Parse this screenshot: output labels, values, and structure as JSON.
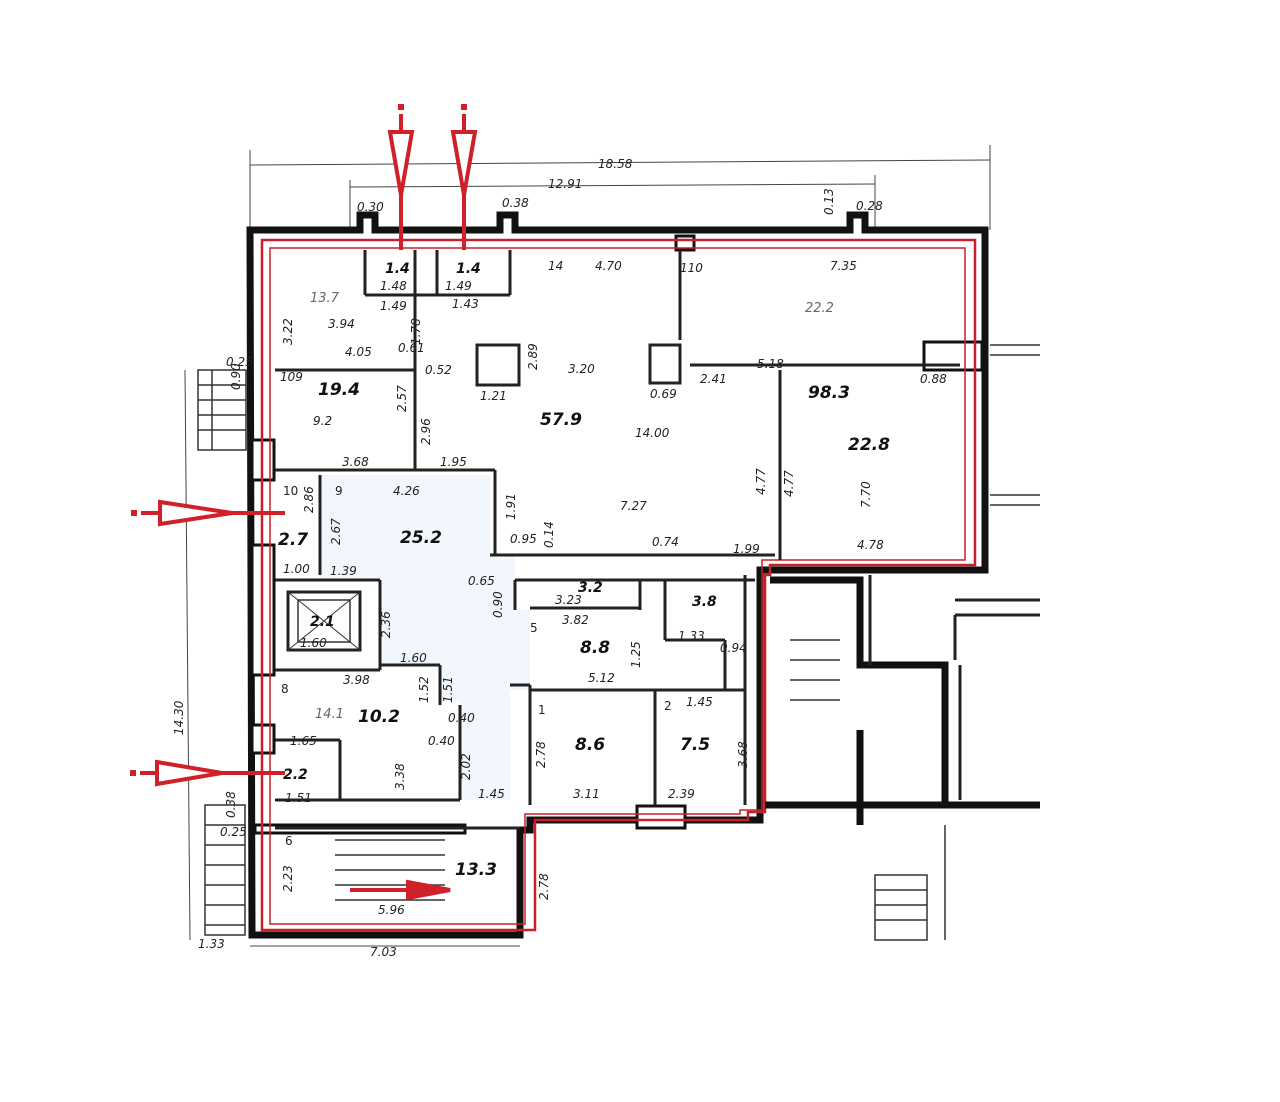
{
  "overall": {
    "width_total": "18.58",
    "width_inner": "12.91",
    "height_total": "14.30",
    "bottom_total": "7.03",
    "bottom_left": "1.33"
  },
  "rooms": {
    "r1": {
      "area": "1.4",
      "d1": "1.48"
    },
    "r2": {
      "area": "1.4",
      "d1": "1.49"
    },
    "r3": {
      "area": "19.4",
      "d1": "9.2",
      "label": "13.7"
    },
    "r4": {
      "area": "57.9",
      "d1": "14.00",
      "d2": "7.27",
      "d3": "3.20"
    },
    "r5": {
      "area": "98.3",
      "d1": "22.8",
      "d2": "7.70",
      "d3": "4.78",
      "label": "22.2"
    },
    "r6": {
      "area": "2.7",
      "num": "10"
    },
    "r7": {
      "area": "25.2",
      "num": "9"
    },
    "r8": {
      "area": "2.1"
    },
    "r9": {
      "area": "3.2"
    },
    "r10": {
      "area": "3.8"
    },
    "r11": {
      "area": "8.8",
      "num": "5"
    },
    "r12": {
      "area": "8.6",
      "num": "1"
    },
    "r13": {
      "area": "7.5",
      "num": "2"
    },
    "r14": {
      "area": "10.2",
      "alt": "14.1",
      "num": "8"
    },
    "r15": {
      "area": "2.2"
    },
    "r16": {
      "area": "13.3",
      "num": "6"
    }
  },
  "dims": {
    "d_349": "3.94",
    "d_405": "4.05",
    "d_061": "0.61",
    "d_149": "1.49",
    "d_143": "1.43",
    "d_052": "0.52",
    "d_121": "1.21",
    "d_289": "2.89",
    "d_069": "0.69",
    "d_241": "2.41",
    "d_518": "5.18",
    "d_088": "0.88",
    "d_735": "7.35",
    "d_470": "4.70",
    "d_14": "14",
    "d_110": "110",
    "d_368": "3.68",
    "d_195": "1.95",
    "d_426": "4.26",
    "d_286": "2.86",
    "d_267": "2.67",
    "d_100": "1.00",
    "d_139": "1.39",
    "d_236": "2.36",
    "d_160a": "1.60",
    "d_160b": "1.60",
    "d_191": "1.91",
    "d_095": "0.95",
    "d_014": "0.14",
    "d_074": "0.74",
    "d_199": "1.99",
    "d_477a": "4.77",
    "d_477b": "4.77",
    "d_065": "0.65",
    "d_090": "0.90",
    "d_323": "3.23",
    "d_382": "3.82",
    "d_133": "1.33",
    "d_125": "1.25",
    "d_512": "5.12",
    "d_094": "0.94",
    "d_145": "1.45",
    "d_278": "2.78",
    "d_311": "3.11",
    "d_239": "2.39",
    "d_368b": "3.68",
    "d_398": "3.98",
    "d_152": "1.52",
    "d_151": "1.51",
    "d_040a": "0.40",
    "d_040b": "0.40",
    "d_202": "2.02",
    "d_338": "3.38",
    "d_165": "1.65",
    "d_151b": "1.51",
    "d_145b": "1.45",
    "d_223": "2.23",
    "d_596": "5.96",
    "d_278b": "2.78",
    "d_025a": "0.25",
    "d_090b": "0.90",
    "d_038": "0.38",
    "d_025b": "0.25",
    "d_296": "2.96",
    "d_257": "2.57",
    "d_178": "1.78",
    "d_322": "3.22",
    "d_109": "109",
    "d_030": "0.30",
    "d_038b": "0.38",
    "d_013": "0.13",
    "d_028": "0.28"
  },
  "colors": {
    "accent": "#d0202a",
    "wall": "#111111",
    "tint": "#e9f2fb"
  }
}
